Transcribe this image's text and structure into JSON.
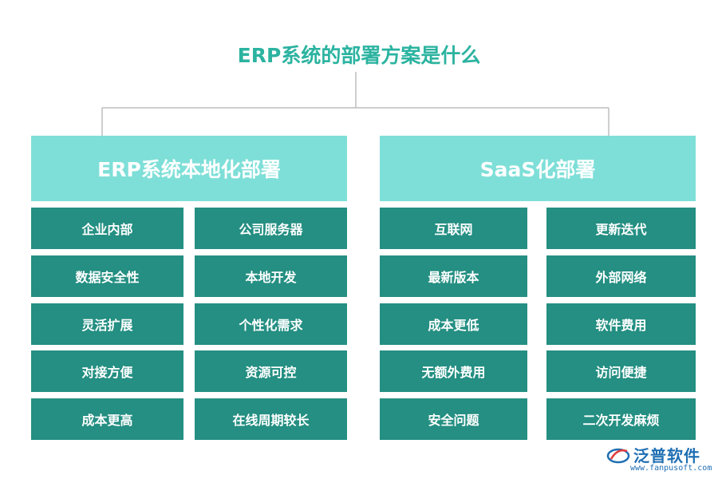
{
  "title": "ERP系统的部署方案是什么",
  "colors": {
    "title": "#2bb3a0",
    "header_fill": "#7edfd8",
    "cell_fill": "#248f82",
    "connector": "#bdbdbd",
    "logo": "#1f6fb3"
  },
  "branches": [
    {
      "label": "ERP系统本地化部署",
      "items": [
        "企业内部",
        "公司服务器",
        "数据安全性",
        "本地开发",
        "灵活扩展",
        "个性化需求",
        "对接方便",
        "资源可控",
        "成本更高",
        "在线周期较长"
      ]
    },
    {
      "label": "SaaS化部署",
      "items": [
        "互联网",
        "更新迭代",
        "最新版本",
        "外部网络",
        "成本更低",
        "软件费用",
        "无额外费用",
        "访问便捷",
        "安全问题",
        "二次开发麻烦"
      ]
    }
  ],
  "logo": {
    "name": "泛普软件",
    "url": "www.fanpusoft.com"
  }
}
